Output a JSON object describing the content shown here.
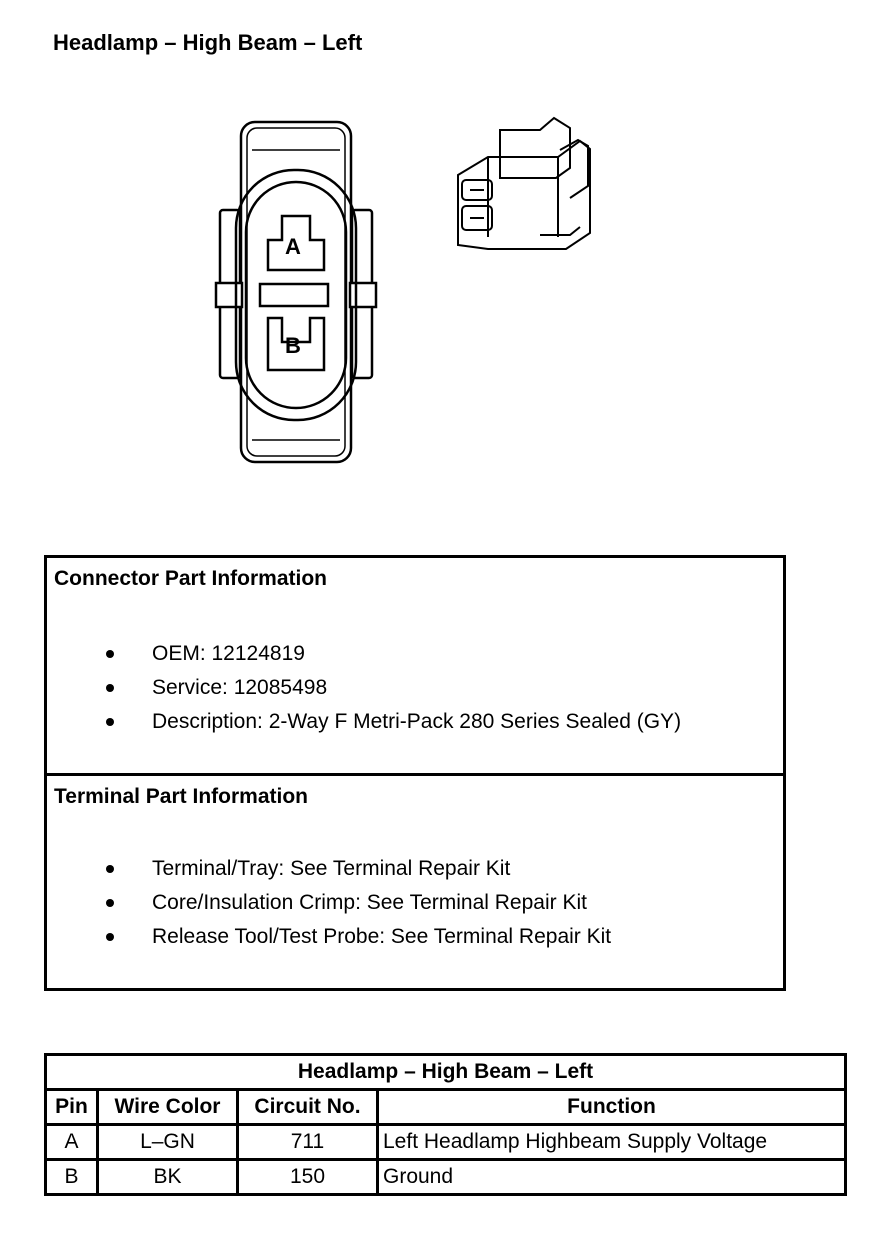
{
  "page_title": "Headlamp – High Beam – Left",
  "connector_part": {
    "title": "Connector Part Information",
    "items": [
      "OEM: 12124819",
      "Service: 12085498",
      "Description: 2-Way F Metri-Pack 280 Series Sealed (GY)"
    ]
  },
  "terminal_part": {
    "title": "Terminal Part Information",
    "items": [
      "Terminal/Tray: See Terminal Repair Kit",
      "Core/Insulation Crimp: See Terminal Repair Kit",
      "Release Tool/Test Probe: See Terminal Repair Kit"
    ]
  },
  "connector_face": {
    "pin_a_label": "A",
    "pin_b_label": "B"
  },
  "pin_table": {
    "title": "Headlamp – High Beam – Left",
    "headers": [
      "Pin",
      "Wire Color",
      "Circuit No.",
      "Function"
    ],
    "rows": [
      [
        "A",
        "L–GN",
        "711",
        "Left Headlamp Highbeam Supply Voltage"
      ],
      [
        "B",
        "BK",
        "150",
        "Ground"
      ]
    ]
  }
}
